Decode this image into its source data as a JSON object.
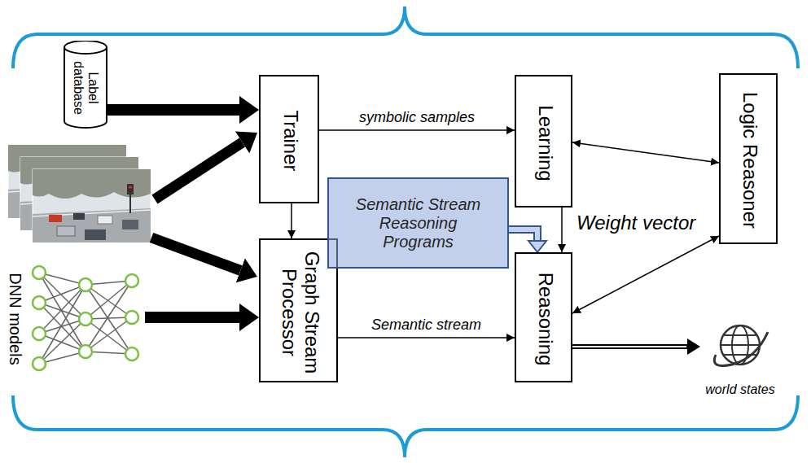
{
  "diagram": {
    "nodes": [
      {
        "text": [
          "Label database"
        ]
      },
      {
        "text": [
          "Trainer"
        ]
      },
      {
        "text": [
          "Learning"
        ]
      },
      {
        "text": [
          "Logic Reasoner"
        ]
      },
      {
        "text": [
          "DNN models"
        ]
      },
      {
        "text": [
          "Graph Stream Processor"
        ]
      },
      {
        "text": [
          "Semantic Stream Reasoning Programs"
        ]
      },
      {
        "text": [
          "Reasoning"
        ]
      },
      {
        "text": [
          "world states"
        ]
      }
    ],
    "edges": [
      {
        "from": 0,
        "to": 1,
        "arrow": "to"
      },
      {
        "from": 1,
        "to": 2,
        "label": "symbolic samples",
        "arrow": "to"
      },
      {
        "from": 1,
        "to": 5,
        "arrow": "to"
      },
      {
        "from": 4,
        "to": 5,
        "arrow": "to"
      },
      {
        "from": 5,
        "to": 7,
        "label": "Semantic stream",
        "arrow": "to"
      },
      {
        "from": 2,
        "to": 7,
        "arrow": "to"
      },
      {
        "from": 6,
        "to": 7,
        "arrow": "to"
      },
      {
        "from": 2,
        "to": 3,
        "arrow": "both"
      },
      {
        "from": 7,
        "to": 3,
        "arrow": "both"
      },
      {
        "from": 7,
        "to": 8,
        "arrow": "to"
      }
    ],
    "labels": [
      "Weight vector"
    ]
  }
}
